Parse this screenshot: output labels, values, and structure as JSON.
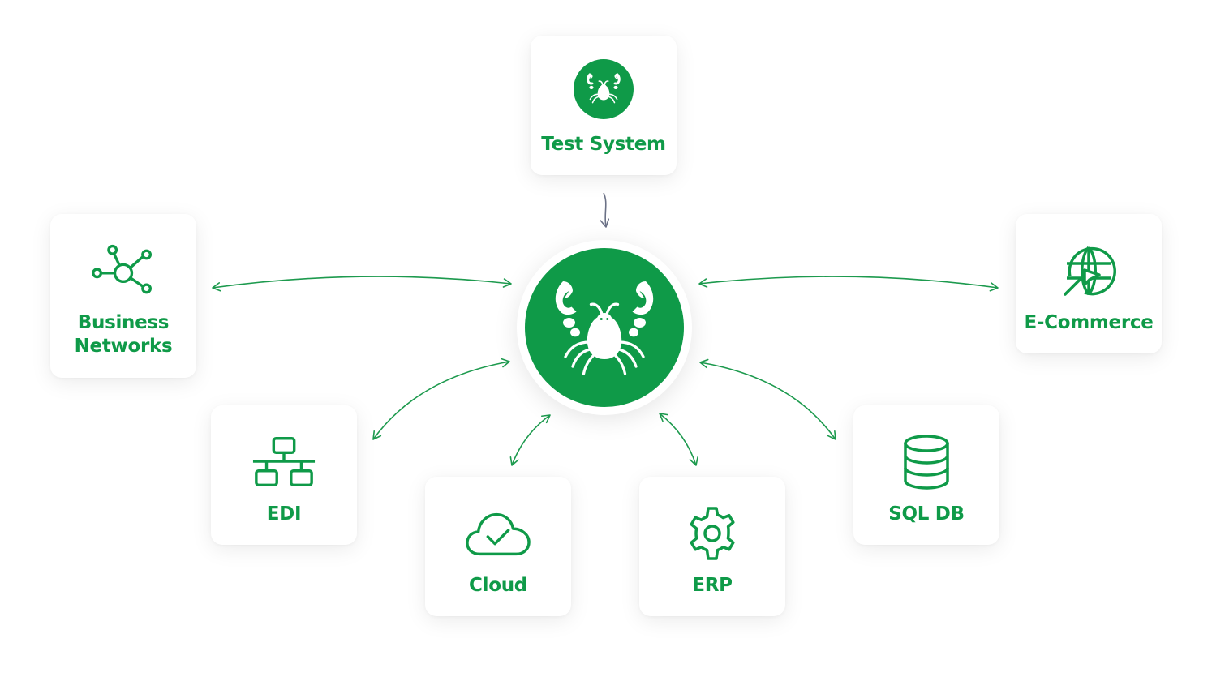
{
  "colors": {
    "accent": "#0f9a48",
    "arrow_green": "#1d9a4e",
    "arrow_gray": "#6b7186",
    "card_bg": "#ffffff"
  },
  "hub": {
    "icon": "crab-logo-icon"
  },
  "nodes": {
    "test_system": {
      "label": "Test System",
      "icon": "crab-logo-icon"
    },
    "business_networks": {
      "label": "Business\nNetworks",
      "icon": "network-nodes-icon"
    },
    "e_commerce": {
      "label": "E-Commerce",
      "icon": "globe-cursor-icon"
    },
    "edi": {
      "label": "EDI",
      "icon": "hierarchy-icon"
    },
    "cloud": {
      "label": "Cloud",
      "icon": "cloud-check-icon"
    },
    "erp": {
      "label": "ERP",
      "icon": "gear-icon"
    },
    "sql_db": {
      "label": "SQL DB",
      "icon": "database-icon"
    }
  },
  "connections": [
    {
      "from": "test_system",
      "to": "hub",
      "direction": "one-way"
    },
    {
      "from": "business_networks",
      "to": "hub",
      "direction": "two-way"
    },
    {
      "from": "e_commerce",
      "to": "hub",
      "direction": "two-way"
    },
    {
      "from": "edi",
      "to": "hub",
      "direction": "two-way"
    },
    {
      "from": "cloud",
      "to": "hub",
      "direction": "two-way"
    },
    {
      "from": "erp",
      "to": "hub",
      "direction": "two-way"
    },
    {
      "from": "sql_db",
      "to": "hub",
      "direction": "two-way"
    }
  ]
}
